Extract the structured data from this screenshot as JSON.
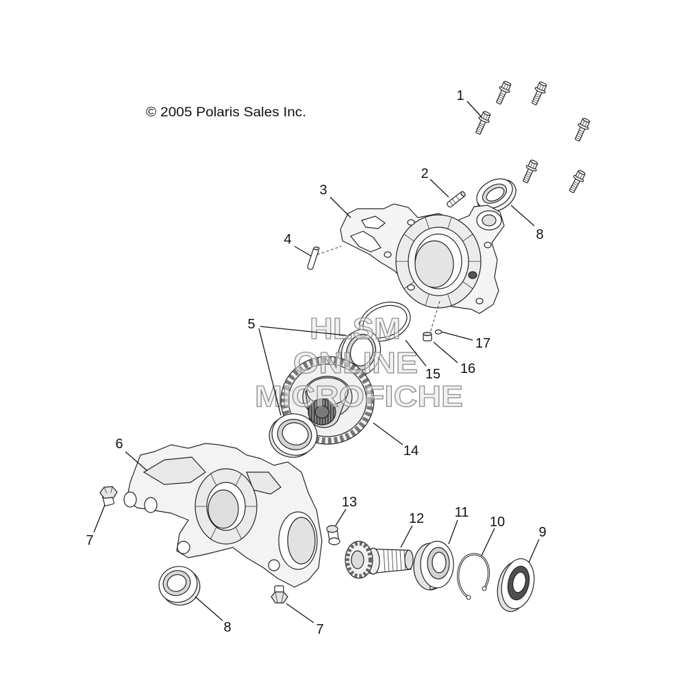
{
  "copyright": "© 2005 Polaris Sales Inc.",
  "watermark": {
    "line1": "HLSM",
    "line2": "ONLINE",
    "line3": "MICROFICHE"
  },
  "callouts": [
    "1",
    "2",
    "3",
    "4",
    "8",
    "5",
    "17",
    "15",
    "16",
    "14",
    "6",
    "13",
    "12",
    "11",
    "10",
    "9",
    "7",
    "8",
    "7"
  ]
}
